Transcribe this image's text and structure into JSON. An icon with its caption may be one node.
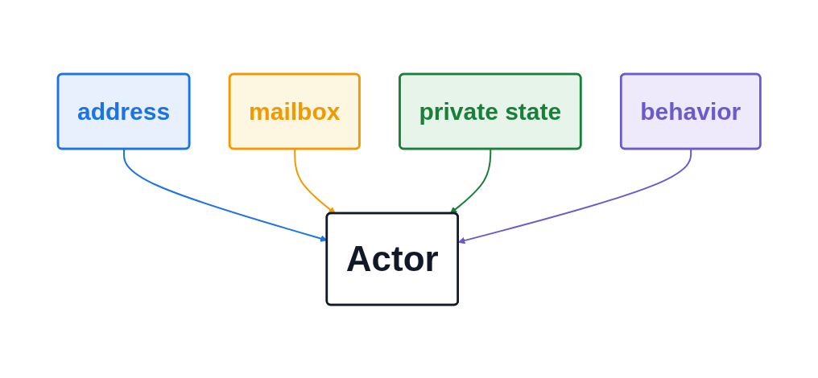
{
  "diagram": {
    "nodes": [
      {
        "text": [
          "address"
        ]
      },
      {
        "text": [
          "mailbox"
        ]
      },
      {
        "text": [
          "Actor"
        ]
      },
      {
        "text": [
          "private state"
        ]
      },
      {
        "text": [
          "behavior"
        ]
      }
    ],
    "edges": [
      {
        "from": 0,
        "to": 2,
        "arrow": "to",
        "color": "#1a73e8"
      },
      {
        "from": 1,
        "to": 2,
        "arrow": "to",
        "color": "#f29900"
      },
      {
        "from": 3,
        "to": 2,
        "arrow": "to",
        "color": "#188038"
      },
      {
        "from": 4,
        "to": 2,
        "arrow": "to",
        "color": "#6a5acd"
      }
    ]
  }
}
